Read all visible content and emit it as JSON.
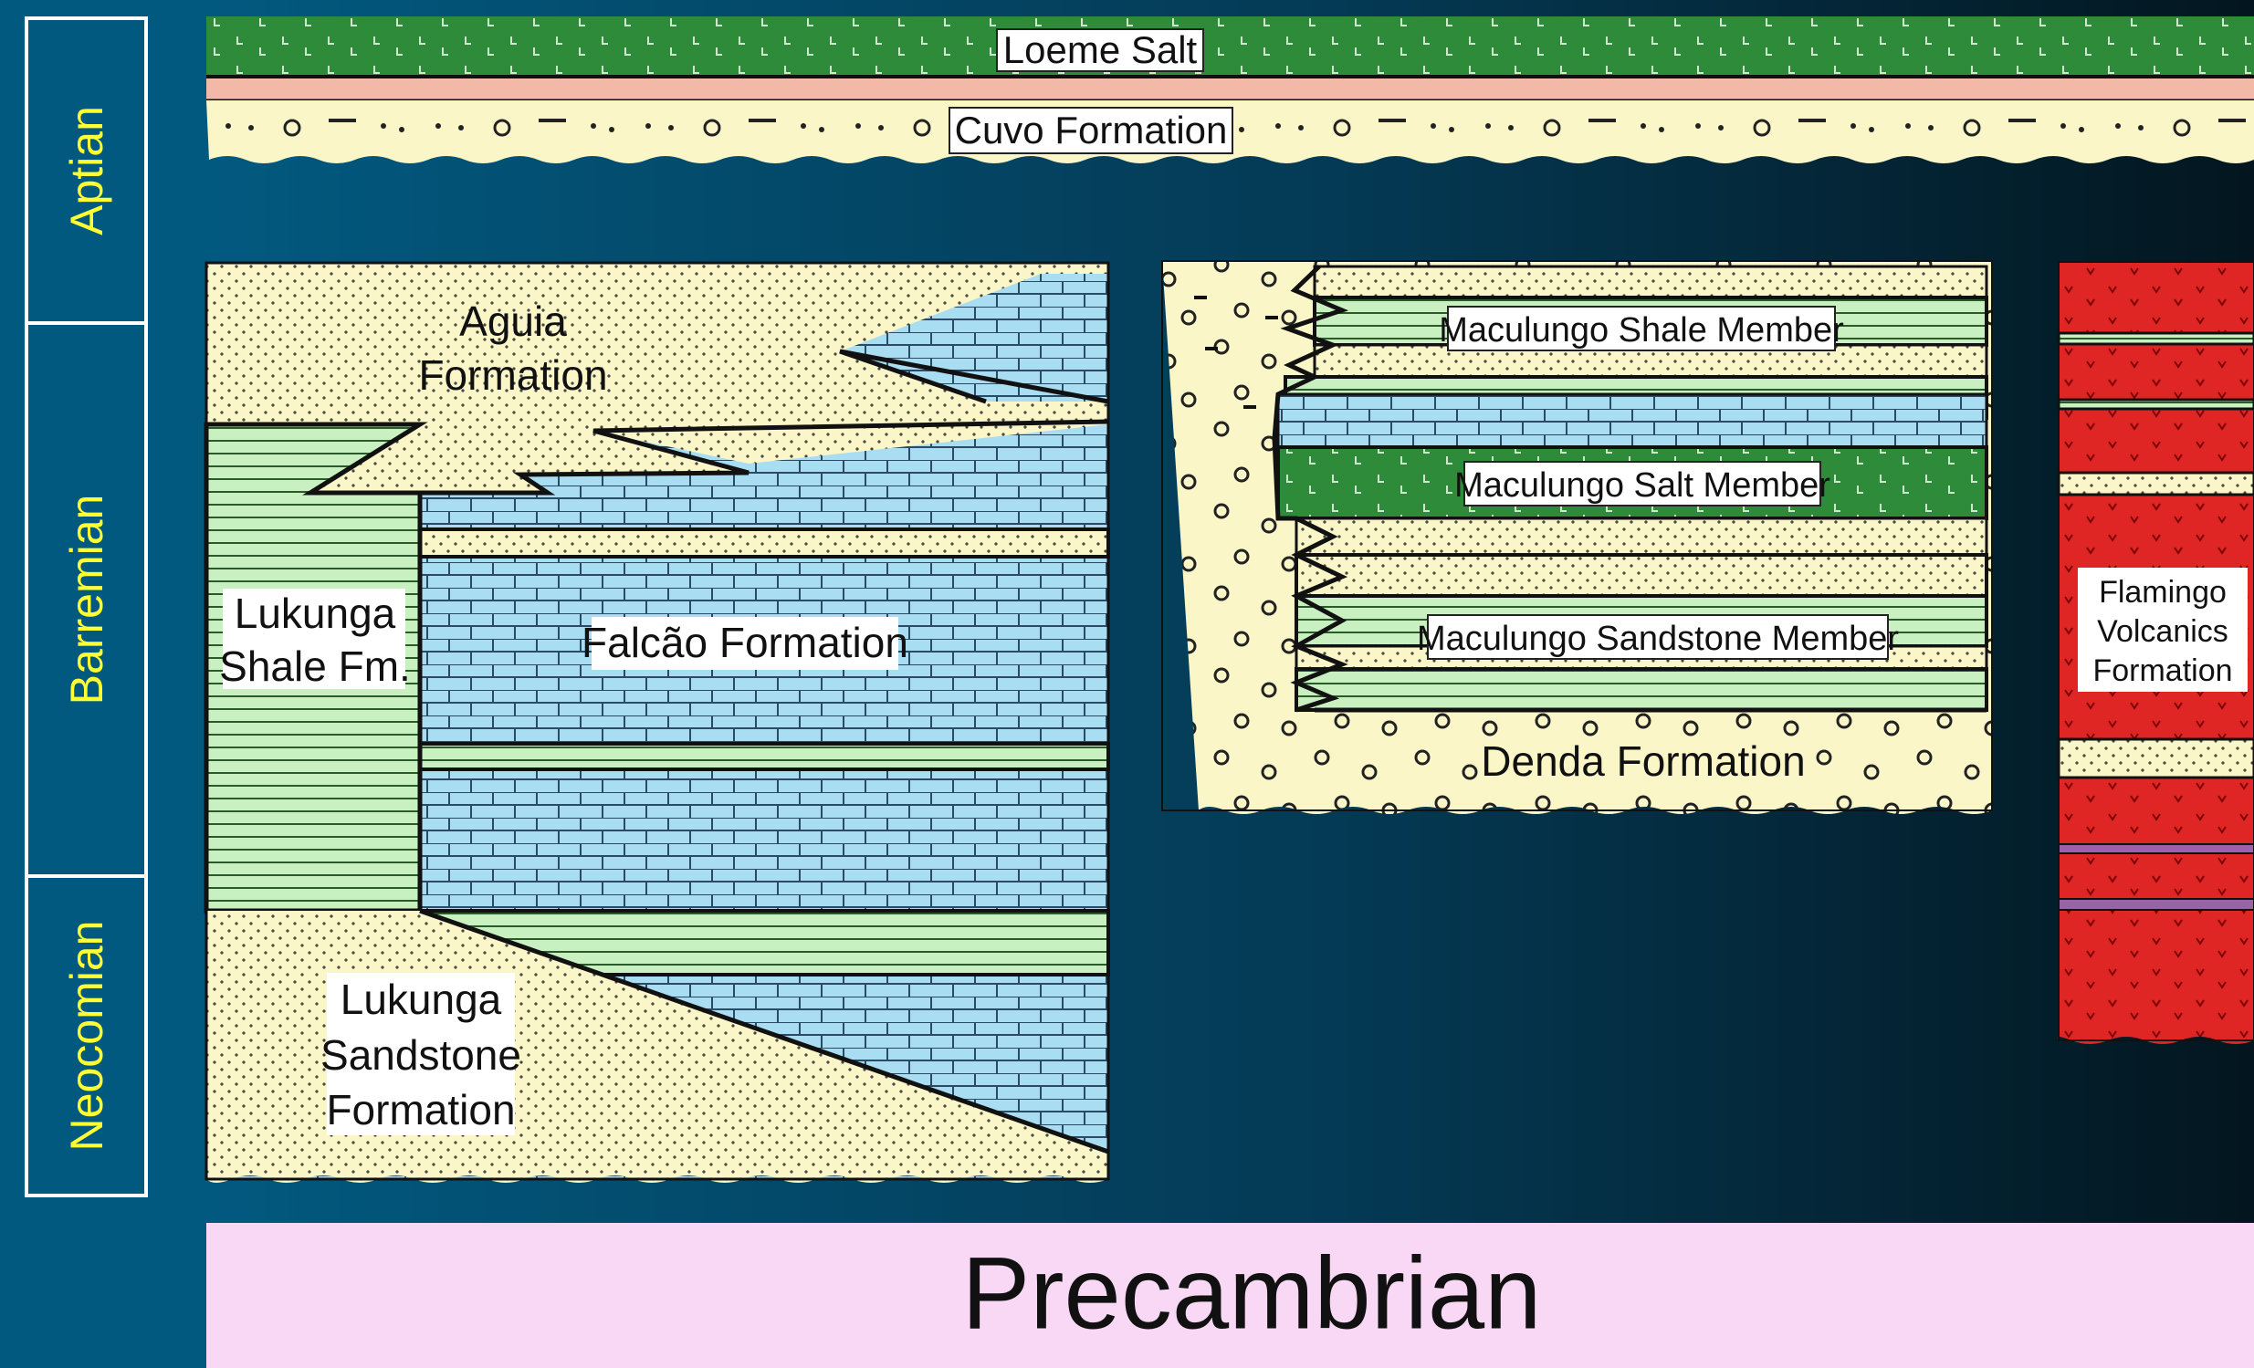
{
  "stages": [
    {
      "key": "aptian",
      "label": "Aptian"
    },
    {
      "key": "barremian",
      "label": "Barremian"
    },
    {
      "key": "neocomian",
      "label": "Neocomian"
    }
  ],
  "formations": {
    "loeme_salt": "Loeme Salt",
    "cuvo": "Cuvo Formation",
    "aguia_1": "Aguia",
    "aguia_2": "Formation",
    "lukunga_shale_1": "Lukunga",
    "lukunga_shale_2": "Shale Fm.",
    "falcao": "Falcão Formation",
    "lukunga_sand_1": "Lukunga",
    "lukunga_sand_2": "Sandstone",
    "lukunga_sand_3": "Formation",
    "maculungo_shale": "Maculungo Shale Member",
    "maculungo_salt": "Maculungo Salt Member",
    "maculungo_sand": "Maculungo Sandstone Member",
    "denda": "Denda Formation",
    "flamingo_1": "Flamingo",
    "flamingo_2": "Volcanics",
    "flamingo_3": "Formation"
  },
  "basement_label": "Precambrian",
  "colors": {
    "background_left": "#02597F",
    "background_right": "#03161F",
    "sandstone": "#FAF6C8",
    "shale": "#C8F0C0",
    "limestone": "#A8DDF2",
    "salt": "#2E8B3A",
    "volcanics": "#E02525",
    "basement": "#F8D8F4",
    "stage_text": "#FFFF33"
  }
}
